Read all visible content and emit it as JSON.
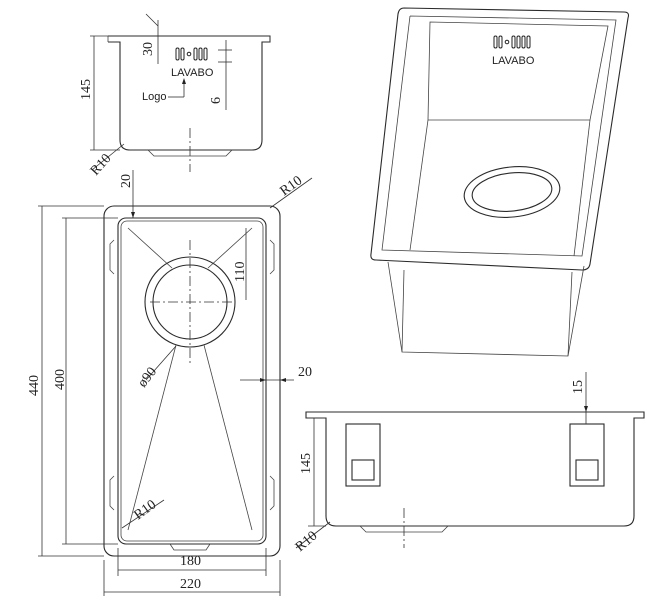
{
  "brand_label": "LAVABO",
  "logo_label": "Logo",
  "dimensions": {
    "top_view_height": "145",
    "top_logo_offset": "30",
    "top_logo_height": "6",
    "top_radius": "R10",
    "plan_inner_offset_top": "20",
    "plan_corner_radius": "R10",
    "plan_drain_offset": "110",
    "plan_outer_length": "440",
    "plan_inner_length": "400",
    "plan_side_offset": "20",
    "plan_drain_diameter": "ø90",
    "plan_inner_radius": "R10",
    "plan_inner_width": "180",
    "plan_outer_width": "220",
    "side_view_height": "145",
    "side_clip_offset": "15",
    "side_radius": "R10"
  },
  "icons": [
    "slot-logo-icon",
    "drain-icon",
    "mounting-clip-icon"
  ]
}
